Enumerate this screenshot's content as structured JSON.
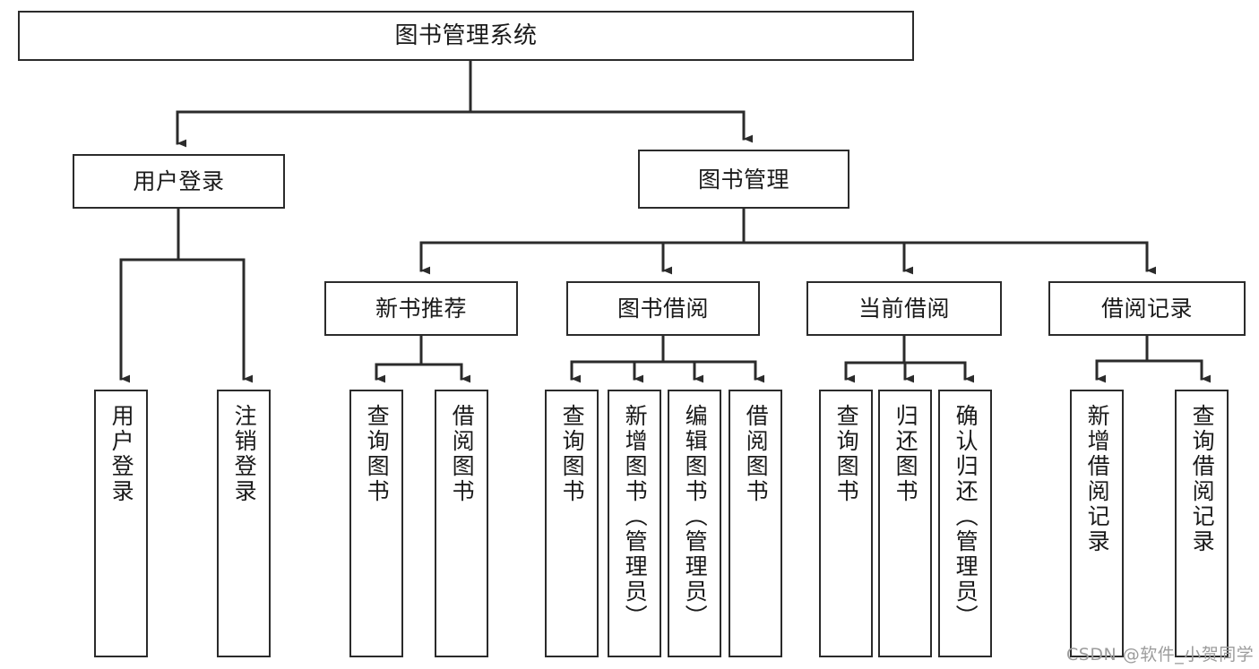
{
  "diagram": {
    "title": "图书管理系统",
    "type": "hierarchy-tree",
    "watermark": "CSDN @软件_小贺同学",
    "colors": {
      "stroke": "#2b2b2b",
      "fill": "#ffffff",
      "text": "#1a1a1a",
      "watermark": "#9c9c9c"
    },
    "levels": [
      {
        "level": 1,
        "nodes": [
          {
            "id": "root",
            "label": "图书管理系统",
            "orientation": "horizontal"
          }
        ]
      },
      {
        "level": 2,
        "nodes": [
          {
            "id": "user-login",
            "label": "用户登录",
            "orientation": "horizontal",
            "parent": "root"
          },
          {
            "id": "book-manage",
            "label": "图书管理",
            "orientation": "horizontal",
            "parent": "root"
          }
        ]
      },
      {
        "level": 3,
        "nodes": [
          {
            "id": "new-book-rec",
            "label": "新书推荐",
            "orientation": "horizontal",
            "parent": "book-manage"
          },
          {
            "id": "book-borrow",
            "label": "图书借阅",
            "orientation": "horizontal",
            "parent": "book-manage"
          },
          {
            "id": "current-borrow",
            "label": "当前借阅",
            "orientation": "horizontal",
            "parent": "book-manage"
          },
          {
            "id": "borrow-record",
            "label": "借阅记录",
            "orientation": "horizontal",
            "parent": "book-manage"
          }
        ]
      },
      {
        "level": 4,
        "nodes": [
          {
            "id": "leaf-user-login",
            "label": "用户登录",
            "orientation": "vertical",
            "parent": "user-login"
          },
          {
            "id": "leaf-logout",
            "label": "注销登录",
            "orientation": "vertical",
            "parent": "user-login"
          },
          {
            "id": "leaf-rec-query",
            "label": "查询图书",
            "orientation": "vertical",
            "parent": "new-book-rec"
          },
          {
            "id": "leaf-rec-borrow",
            "label": "借阅图书",
            "orientation": "vertical",
            "parent": "new-book-rec"
          },
          {
            "id": "leaf-borrow-query",
            "label": "查询图书",
            "orientation": "vertical",
            "parent": "book-borrow"
          },
          {
            "id": "leaf-book-add",
            "label": "新增图书（管理员）",
            "orientation": "vertical",
            "parent": "book-borrow"
          },
          {
            "id": "leaf-book-edit",
            "label": "编辑图书（管理员）",
            "orientation": "vertical",
            "parent": "book-borrow"
          },
          {
            "id": "leaf-borrow-book",
            "label": "借阅图书",
            "orientation": "vertical",
            "parent": "book-borrow"
          },
          {
            "id": "leaf-cur-query",
            "label": "查询图书",
            "orientation": "vertical",
            "parent": "current-borrow"
          },
          {
            "id": "leaf-return-book",
            "label": "归还图书",
            "orientation": "vertical",
            "parent": "current-borrow"
          },
          {
            "id": "leaf-confirm-return",
            "label": "确认归还（管理员）",
            "orientation": "vertical",
            "parent": "current-borrow"
          },
          {
            "id": "leaf-record-add",
            "label": "新增借阅记录",
            "orientation": "vertical",
            "parent": "borrow-record"
          },
          {
            "id": "leaf-record-query",
            "label": "查询借阅记录",
            "orientation": "vertical",
            "parent": "borrow-record"
          }
        ]
      }
    ]
  }
}
